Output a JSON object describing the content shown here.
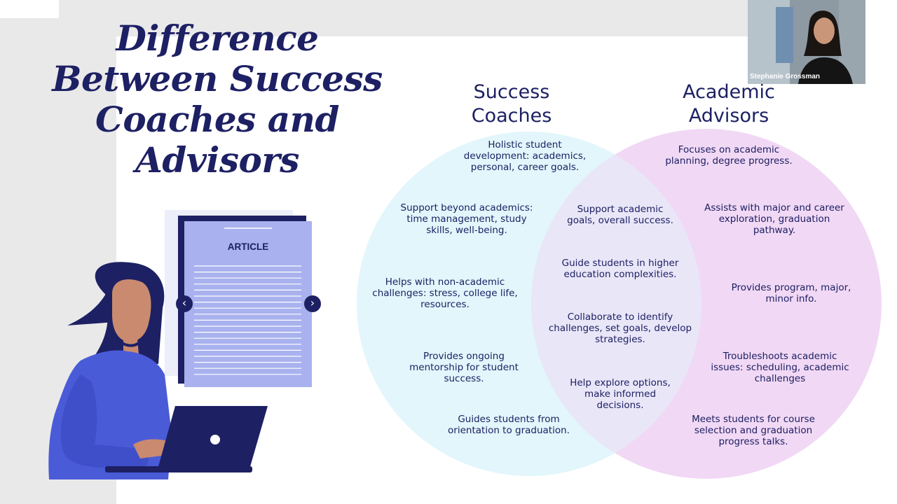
{
  "slide": {
    "title_lines": [
      "Difference",
      "Between Success",
      "Coaches and",
      "Advisors"
    ]
  },
  "article": {
    "label": "ARTICLE"
  },
  "venn": {
    "left_label_lines": [
      "Success",
      "Coaches"
    ],
    "right_label_lines": [
      "Academic",
      "Advisors"
    ],
    "left_items": [
      [
        "Holistic student",
        "development: academics,",
        "personal, career goals."
      ],
      [
        "Support beyond academics:",
        "time management, study",
        "skills, well-being."
      ],
      [
        "Helps with non-academic",
        "challenges: stress, college life,",
        "resources."
      ],
      [
        "Provides ongoing",
        "mentorship for student",
        "success."
      ],
      [
        "Guides students from",
        "orientation to graduation."
      ]
    ],
    "center_items": [
      [
        "Support academic",
        "goals, overall success."
      ],
      [
        "Guide students in higher",
        "education complexities."
      ],
      [
        "Collaborate to identify",
        "challenges, set goals, develop",
        "strategies."
      ],
      [
        "Help explore options,",
        "make informed",
        "decisions."
      ]
    ],
    "right_items": [
      [
        "Focuses on academic",
        "planning, degree progress."
      ],
      [
        "Assists with major and career",
        "exploration, graduation",
        "pathway."
      ],
      [
        "Provides program, major,",
        "minor info."
      ],
      [
        "Troubleshoots academic",
        "issues: scheduling, academic",
        "challenges"
      ],
      [
        "Meets students for course",
        "selection and graduation",
        "progress talks."
      ]
    ],
    "colors": {
      "left_circle": "#e2f6fb",
      "right_circle": "#f1d8f5",
      "overlap": "#e9e6f8",
      "text": "#1d2063"
    }
  },
  "webcam": {
    "name": "Stephanie Grossman"
  },
  "colors": {
    "title": "#1d2063",
    "accent_blue": "#4a5bd8",
    "doc_blue": "#a9b2ee",
    "navy": "#1d2063"
  }
}
